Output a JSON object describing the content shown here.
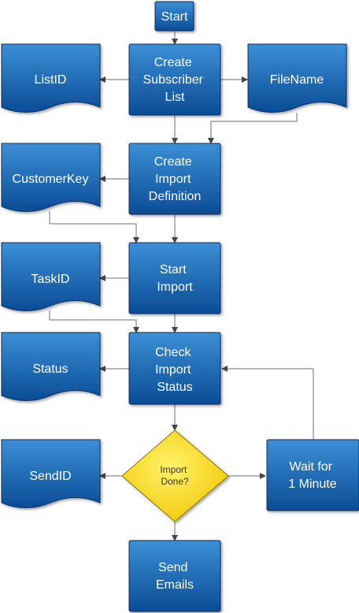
{
  "nodes": {
    "start": {
      "lines": [
        "Start"
      ]
    },
    "create_list": {
      "lines": [
        "Create",
        "Subscriber",
        "List"
      ]
    },
    "list_id": {
      "lines": [
        "ListID"
      ]
    },
    "file_name": {
      "lines": [
        "FileName"
      ]
    },
    "create_import": {
      "lines": [
        "Create",
        "Import",
        "Definition"
      ]
    },
    "customer_key": {
      "lines": [
        "CustomerKey"
      ]
    },
    "start_import": {
      "lines": [
        "Start",
        "Import"
      ]
    },
    "task_id": {
      "lines": [
        "TaskID"
      ]
    },
    "check_status": {
      "lines": [
        "Check",
        "Import",
        "Status"
      ]
    },
    "status": {
      "lines": [
        "Status"
      ]
    },
    "import_done": {
      "lines": [
        "Import",
        "Done?"
      ]
    },
    "send_id": {
      "lines": [
        "SendID"
      ]
    },
    "wait": {
      "lines": [
        "Wait for",
        "1 Minute"
      ]
    },
    "send_emails": {
      "lines": [
        "Send",
        "Emails"
      ]
    }
  },
  "colors": {
    "process_top": "#3b8fd6",
    "process_bottom": "#0b4c96",
    "process_border": "#0a2f5c",
    "decision_fill": "#ffe11a",
    "decision_border": "#8a7a00",
    "edge": "#6e6e6e"
  }
}
